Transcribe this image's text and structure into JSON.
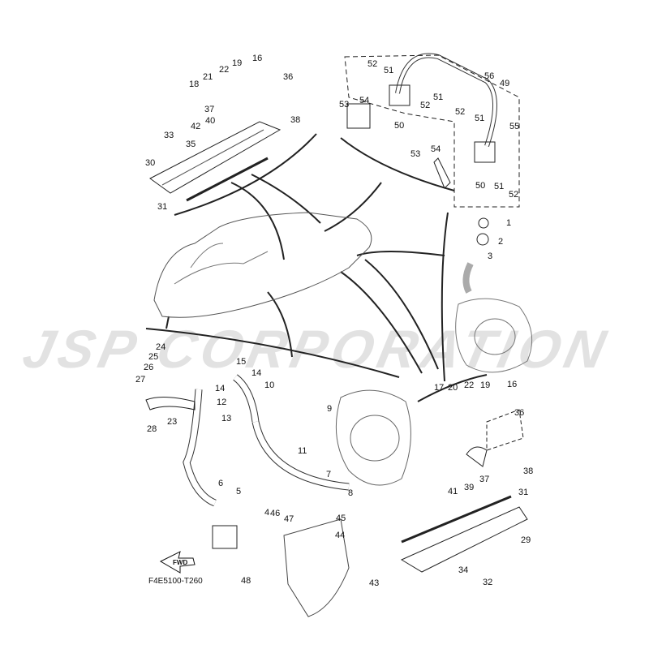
{
  "watermark": "JSP CORPORATION",
  "diagram_code": "F4E5100-T260",
  "fwd_label": "FWD",
  "callouts": [
    "16",
    "19",
    "22",
    "21",
    "18",
    "36",
    "37",
    "40",
    "42",
    "38",
    "33",
    "35",
    "30",
    "31",
    "52",
    "51",
    "56",
    "49",
    "53",
    "54",
    "51",
    "52",
    "52",
    "51",
    "50",
    "55",
    "53",
    "54",
    "50",
    "51",
    "52",
    "1",
    "2",
    "3",
    "24",
    "25",
    "26",
    "27",
    "28",
    "23",
    "15",
    "14",
    "14",
    "10",
    "12",
    "13",
    "9",
    "11",
    "7",
    "8",
    "6",
    "5",
    "4",
    "46",
    "47",
    "45",
    "44",
    "48",
    "43",
    "17",
    "20",
    "22",
    "19",
    "16",
    "36",
    "38",
    "37",
    "39",
    "41",
    "31",
    "29",
    "34",
    "32"
  ]
}
